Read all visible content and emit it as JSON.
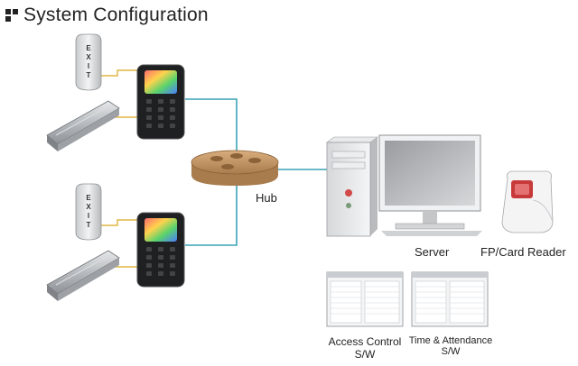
{
  "title": "System Configuration",
  "exit_label": "EXIT",
  "labels": {
    "hub": "Hub",
    "server": "Server",
    "reader": "FP/Card Reader",
    "access_sw_line1": "Access Control",
    "access_sw_line2": "S/W",
    "ta_sw_line1": "Time & Attendance",
    "ta_sw_line2": "S/W"
  },
  "colors": {
    "network_line": "#3aa3b5",
    "power_line": "#e0b542",
    "hub": "#c89a6a",
    "terminal": "#1f2022"
  },
  "icons": [
    "windows-icon",
    "hub-icon",
    "exit-button-icon",
    "magnetic-lock-icon",
    "terminal-icon",
    "pc-tower-icon",
    "monitor-icon",
    "fingerprint-reader-icon",
    "software-window-icon"
  ]
}
